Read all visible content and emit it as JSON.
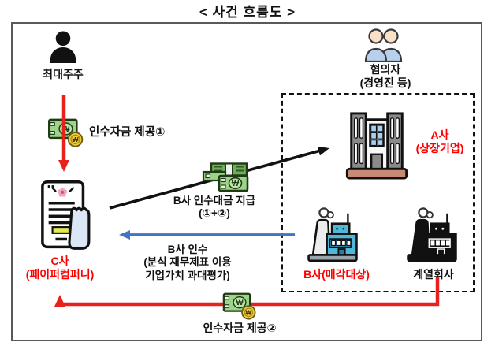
{
  "title": "< 사건 흐름도 >",
  "nodes": {
    "shareholder": {
      "label": "최대주주",
      "icon": "person-icon"
    },
    "suspects": {
      "label": "혐의자",
      "sublabel": "(경영진 등)",
      "icon": "people-icon"
    },
    "company_c": {
      "label": "C사",
      "sublabel": "(페이퍼컴퍼니)",
      "icon": "document-icon"
    },
    "company_a": {
      "label": "A사",
      "sublabel": "(상장기업)",
      "icon": "office-building-icon"
    },
    "company_b": {
      "label": "B사(매각대상)",
      "icon": "factory-blue-icon"
    },
    "affiliate": {
      "label": "계열회사",
      "icon": "factory-black-icon"
    }
  },
  "flows": {
    "fund1": {
      "label": "인수자금 제공①",
      "icon": "money-bill-coin-icon",
      "arrow": "red-down"
    },
    "payment": {
      "label": "B사 인수대금 지급",
      "sublabel": "(①+②)",
      "icon": "money-stack-icon",
      "arrow": "black-diagonal"
    },
    "acquisition": {
      "line1": "B사 인수",
      "line2": "(분식 재무제표 이용",
      "line3": "기업가치 과대평가)",
      "arrow": "blue-left"
    },
    "fund2": {
      "label": "인수자금 제공②",
      "icon": "money-bill-coin-icon",
      "arrow": "red-elbow-up"
    }
  },
  "colors": {
    "arrow_red": "#e8211d",
    "arrow_blue": "#4472c4",
    "arrow_black": "#111111",
    "label_red": "#ff0000",
    "money_green": "#9ed489",
    "coin_gold": "#f5ce3e",
    "building_base": "#c98a74",
    "factory_blue": "#4fb8d8",
    "person_skin": "#fbe0c8",
    "person_body": "#b8d0ec"
  }
}
